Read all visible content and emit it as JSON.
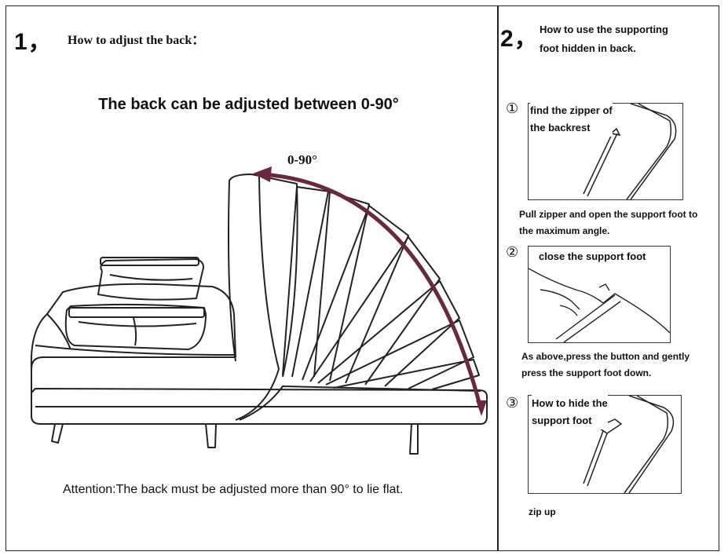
{
  "left": {
    "number": "1，",
    "heading": "How to adjust the back：",
    "subtitle": "The back can be adjusted between 0-90°",
    "angle_label": "0-90°",
    "attention": "Attention:The back must be adjusted more than 90°  to lie flat."
  },
  "right": {
    "number": "2，",
    "heading_line1": "How to use the supporting",
    "heading_line2": "foot hidden in back.",
    "steps": [
      {
        "marker": "①",
        "label_line1": "find the zipper of",
        "label_line2": "the backrest",
        "note_line1": "Pull zipper and open the support foot to",
        "note_line2": "the maximum angle."
      },
      {
        "marker": "②",
        "label_line1": "close the support foot",
        "label_line2": "",
        "note_line1": "As above,press the button and gently",
        "note_line2": "press the support foot down."
      },
      {
        "marker": "③",
        "label_line1": "How to hide the",
        "label_line2": "support foot",
        "note_line1": "zip up",
        "note_line2": ""
      }
    ]
  },
  "colors": {
    "arrow": "#6b2740",
    "line": "#222222"
  }
}
